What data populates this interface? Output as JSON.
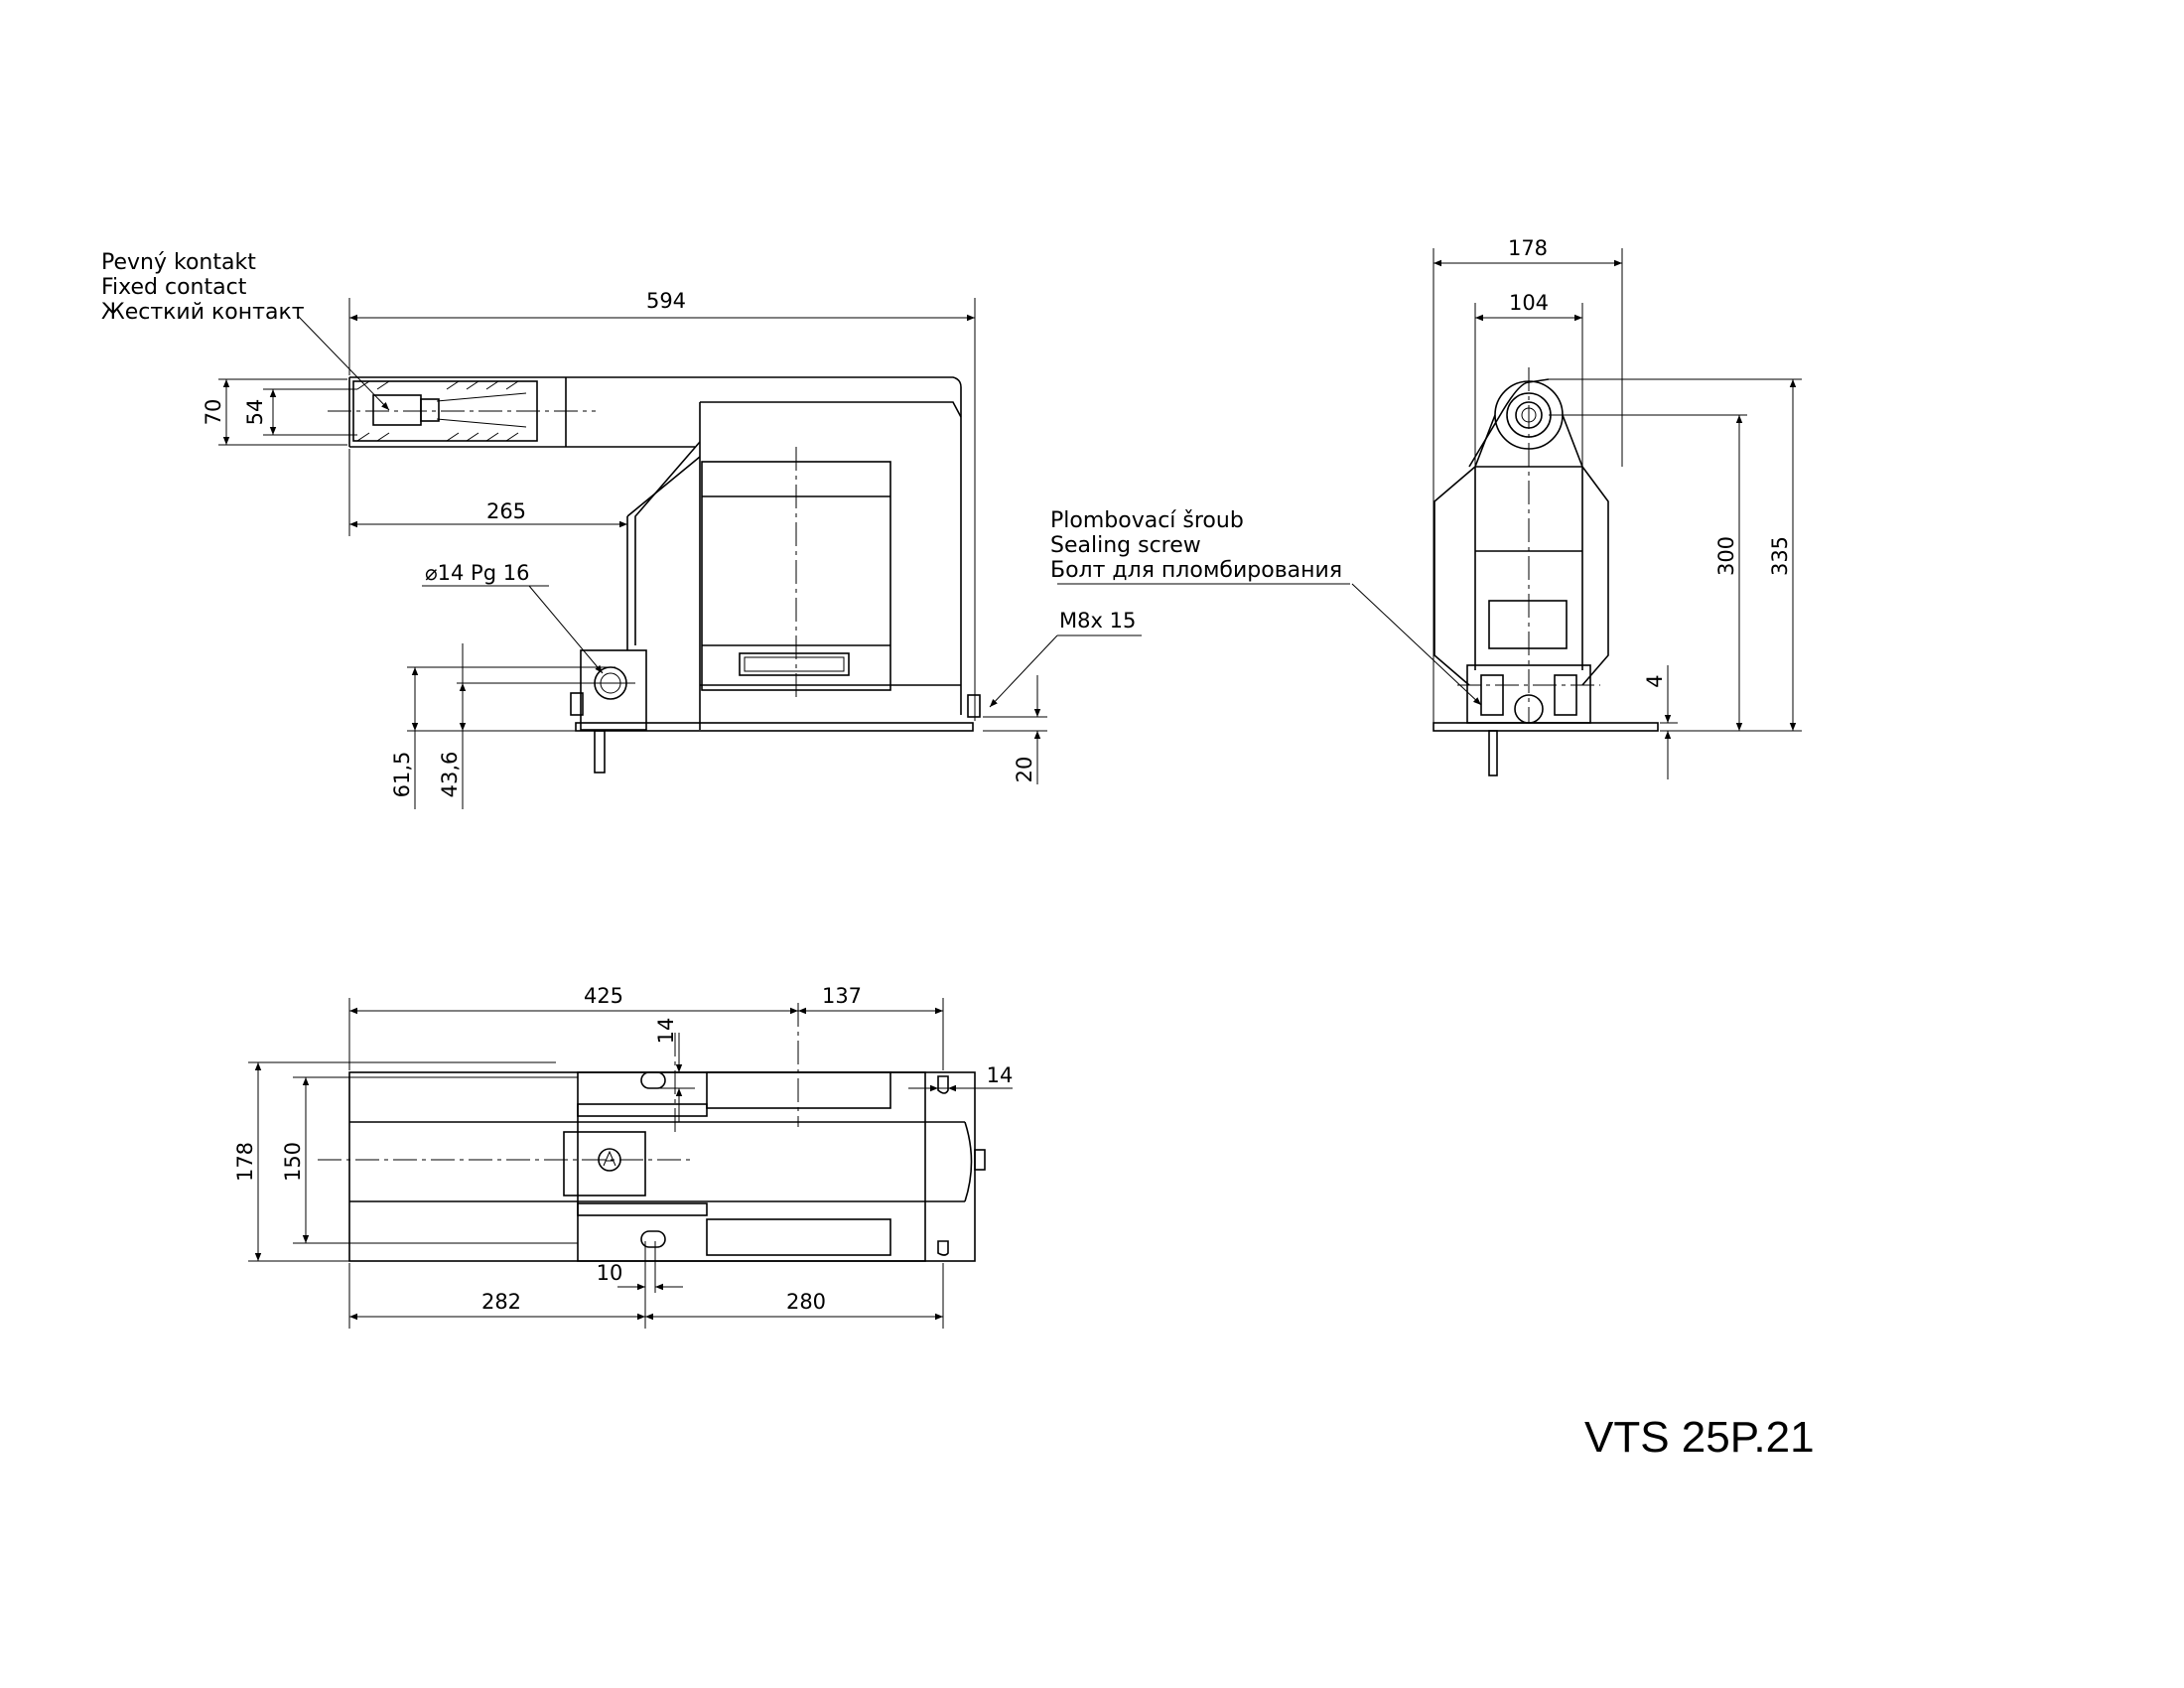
{
  "labels": {
    "fixed_contact": [
      "Pevný kontakt",
      "Fixed contact",
      "Жесткий контакт"
    ],
    "sealing_screw": [
      "Plombovací šroub",
      "Sealing screw",
      "Болт для пломбирования"
    ],
    "bushing": "⌀14 Pg 16",
    "screw": "M8x 15",
    "title": "VTS 25P.21"
  },
  "dimensions": {
    "front": {
      "length": "594",
      "contact_offset": "265",
      "h_outer": "70",
      "h_inner": "54",
      "h_bushing_1": "61,5",
      "h_bushing_2": "43,6",
      "base_h": "20"
    },
    "side": {
      "width": "178",
      "inner_width": "104",
      "height_axis": "300",
      "height_total": "335",
      "base": "4"
    },
    "top": {
      "len_a": "425",
      "len_b": "137",
      "slot_w": "14",
      "slot_r": "14",
      "width_outer": "178",
      "width_inner": "150",
      "off_a": "282",
      "off_b": "280",
      "off_c": "10"
    }
  }
}
